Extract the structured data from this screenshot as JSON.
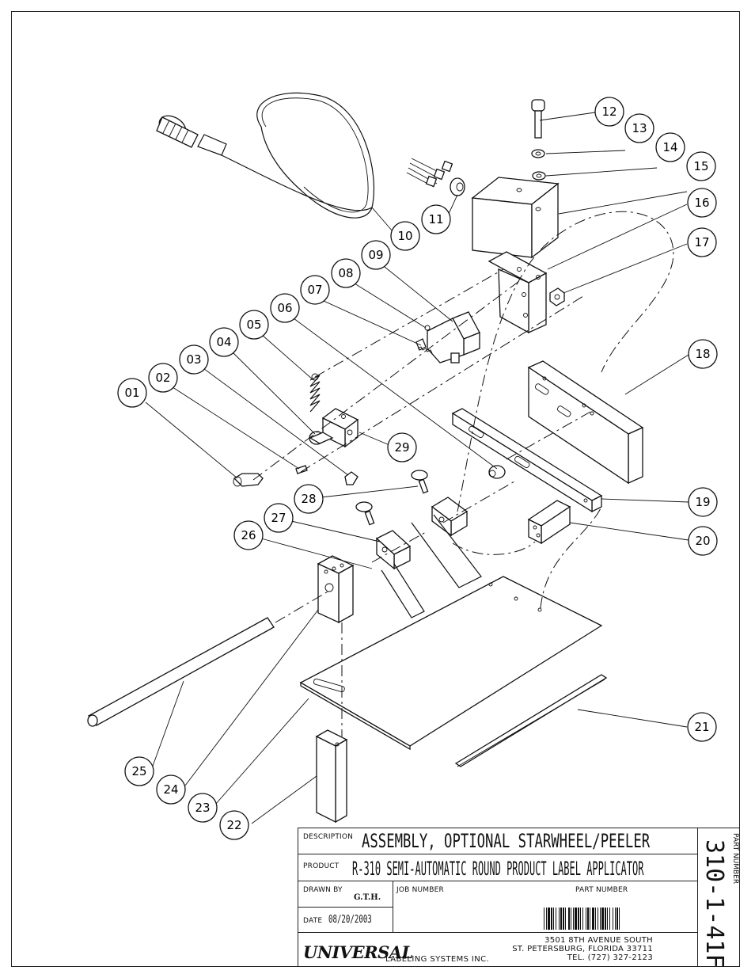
{
  "balloons": [
    "01",
    "02",
    "03",
    "04",
    "05",
    "06",
    "07",
    "08",
    "09",
    "10",
    "11",
    "12",
    "13",
    "14",
    "15",
    "16",
    "17",
    "18",
    "19",
    "20",
    "21",
    "22",
    "23",
    "24",
    "25",
    "26",
    "27",
    "28",
    "29"
  ],
  "title_block": {
    "description_label": "DESCRIPTION",
    "description": "ASSEMBLY, OPTIONAL STARWHEEL/PEELER",
    "product_label": "PRODUCT",
    "product": "R-310 SEMI-AUTOMATIC ROUND PRODUCT LABEL APPLICATOR",
    "drawn_by_label": "DRAWN BY",
    "drawn_by": "G.T.H.",
    "job_number_label": "JOB NUMBER",
    "part_number_label": "PART NUMBER",
    "date_label": "DATE",
    "date": "08/20/2003",
    "company_logo": "UNIVERSAL",
    "company_suffix": "LABELING SYSTEMS INC.",
    "address_line1": "3501 8TH AVENUE SOUTH",
    "address_line2": "ST. PETERSBURG, FLORIDA 33711",
    "address_line3": "TEL. (727) 327-2123",
    "side_part_number_label": "PART NUMBER",
    "side_part_number": "310-1-41F"
  }
}
